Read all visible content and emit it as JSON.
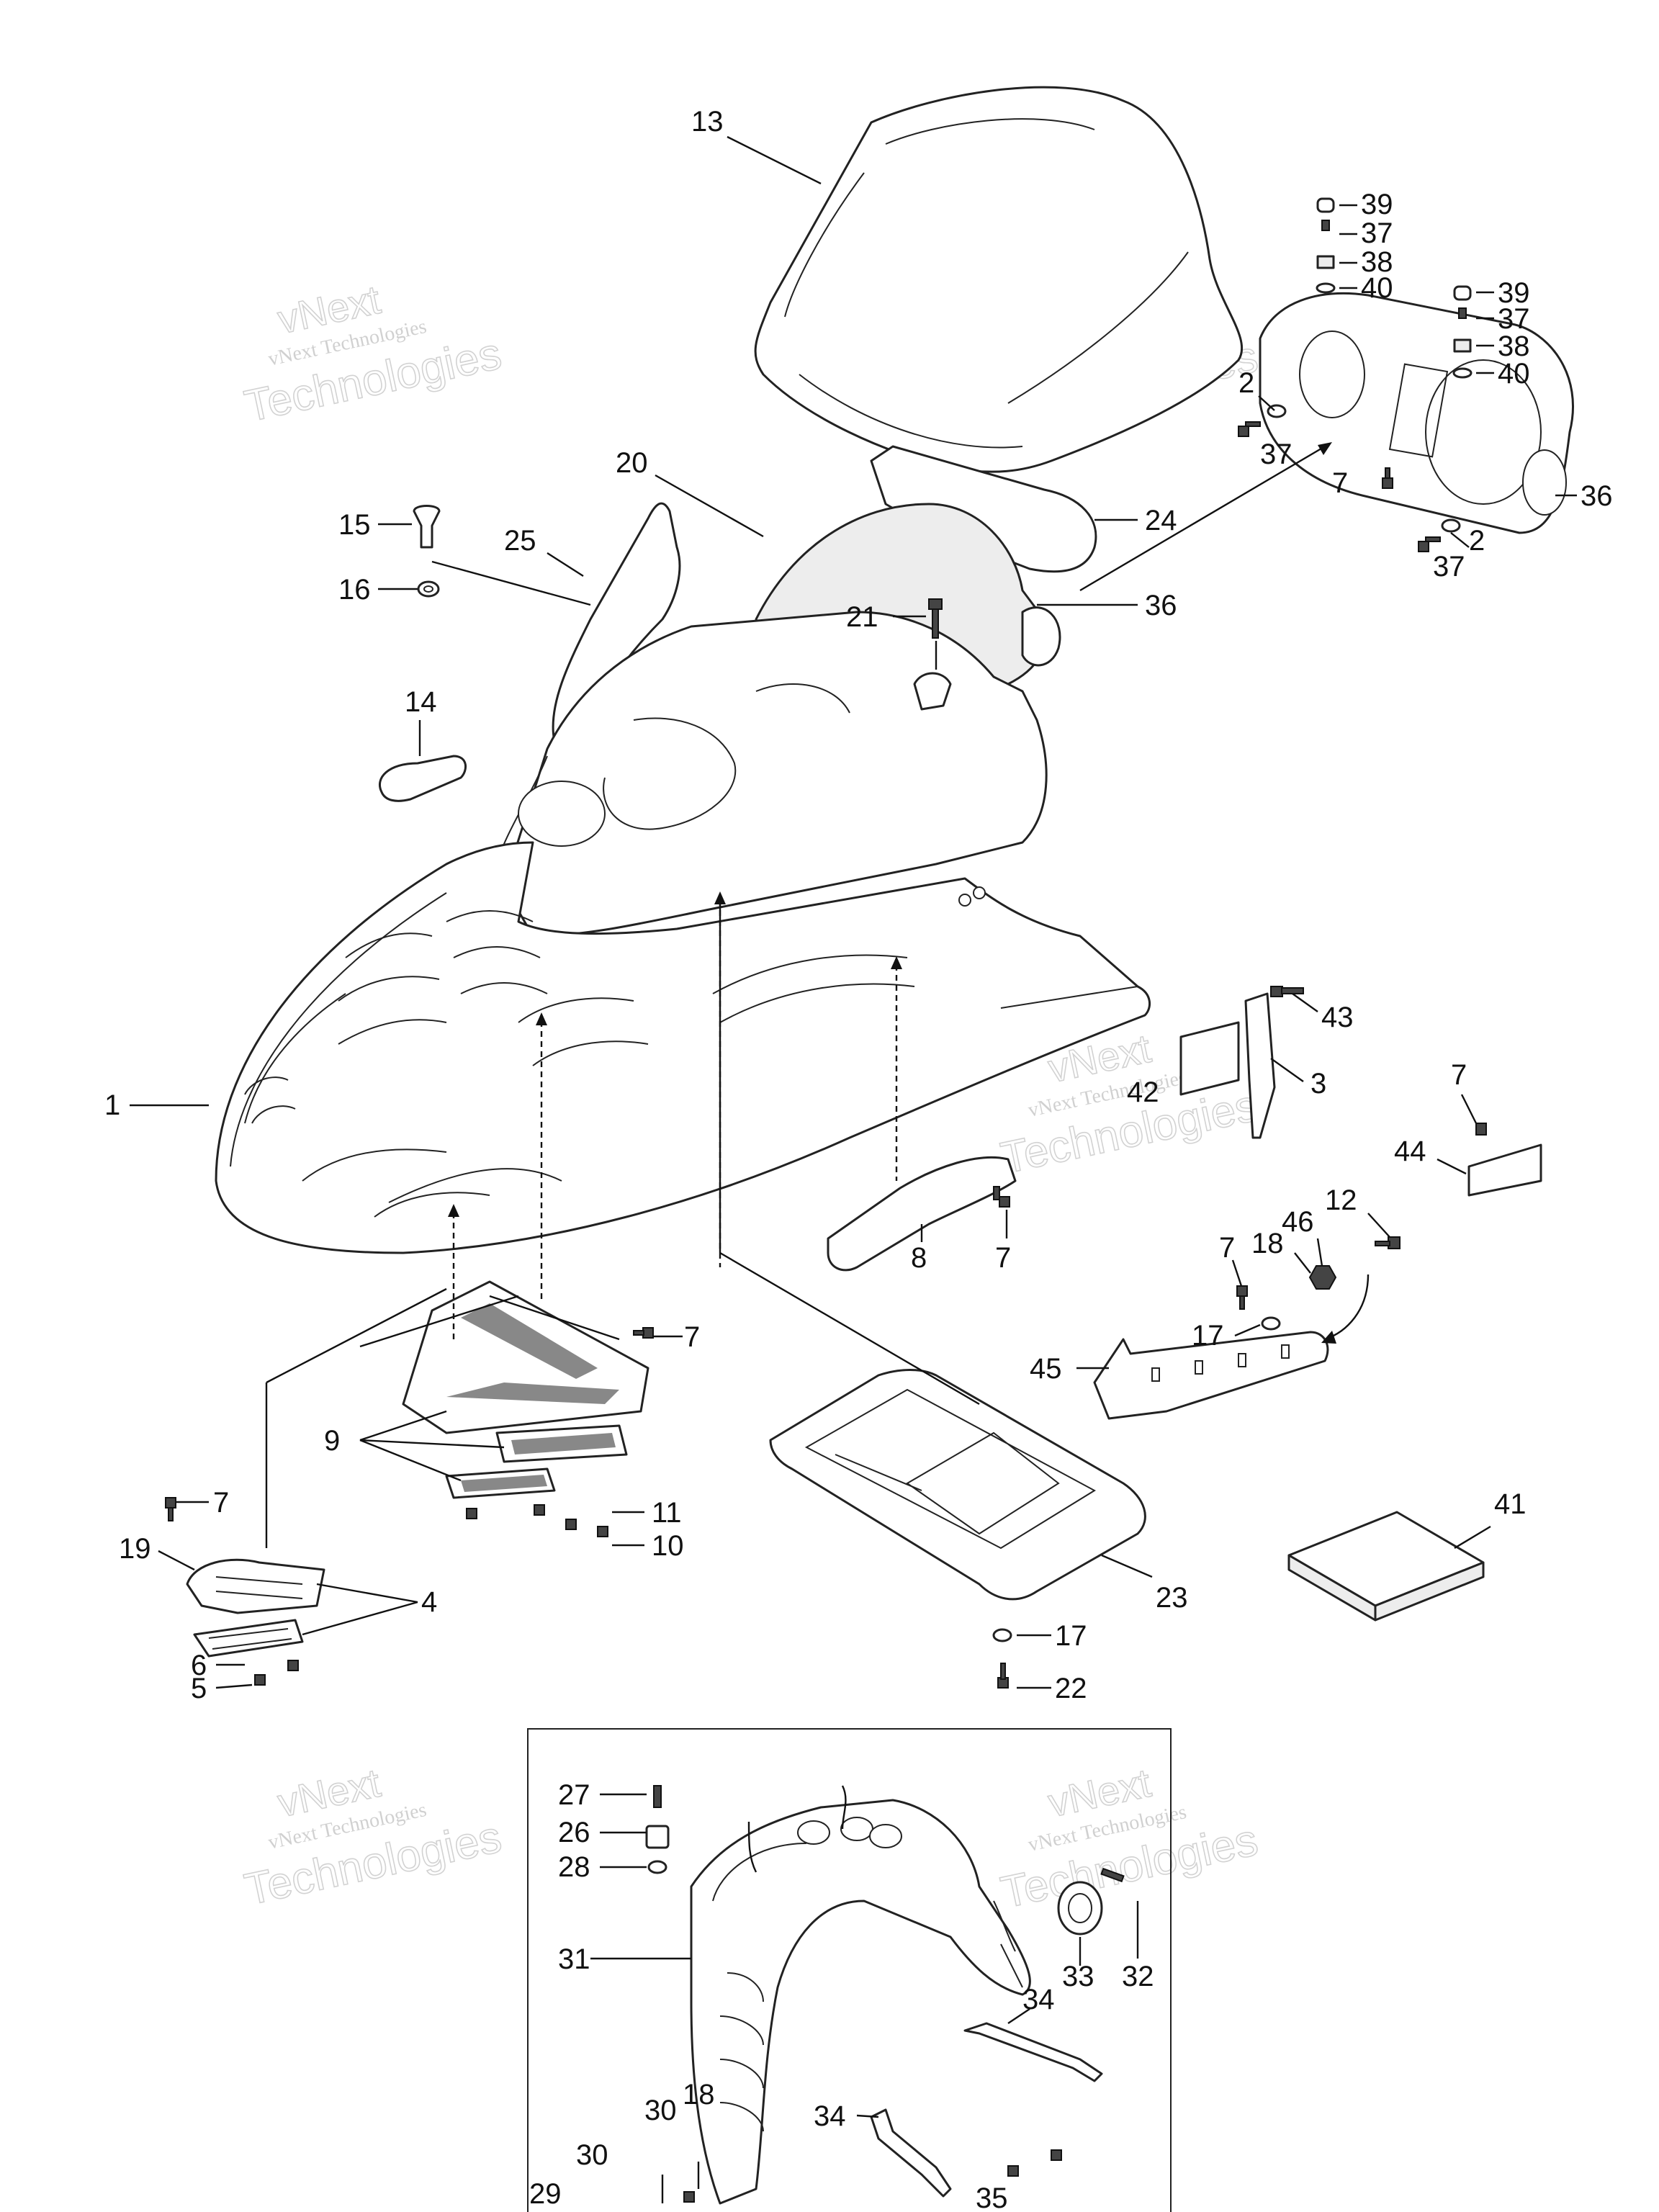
{
  "watermark": {
    "line1": "vNext",
    "line2": "vNext Technologies",
    "line3": "Technologies"
  },
  "callouts": [
    "13",
    "39",
    "37",
    "38",
    "40",
    "39",
    "37",
    "38",
    "40",
    "2",
    "37",
    "7",
    "36",
    "2",
    "37",
    "20",
    "24",
    "36",
    "15",
    "25",
    "16",
    "21",
    "14",
    "43",
    "3",
    "1",
    "42",
    "7",
    "44",
    "8",
    "7",
    "12",
    "46",
    "7",
    "18",
    "17",
    "45",
    "7",
    "9",
    "11",
    "10",
    "7",
    "19",
    "4",
    "6",
    "5",
    "17",
    "22",
    "23",
    "41",
    "27",
    "26",
    "28",
    "31",
    "33",
    "32",
    "34",
    "34",
    "30",
    "18",
    "30",
    "29",
    "35"
  ],
  "colors": {
    "line": "#222222",
    "watermark": "#bdbdbd"
  }
}
